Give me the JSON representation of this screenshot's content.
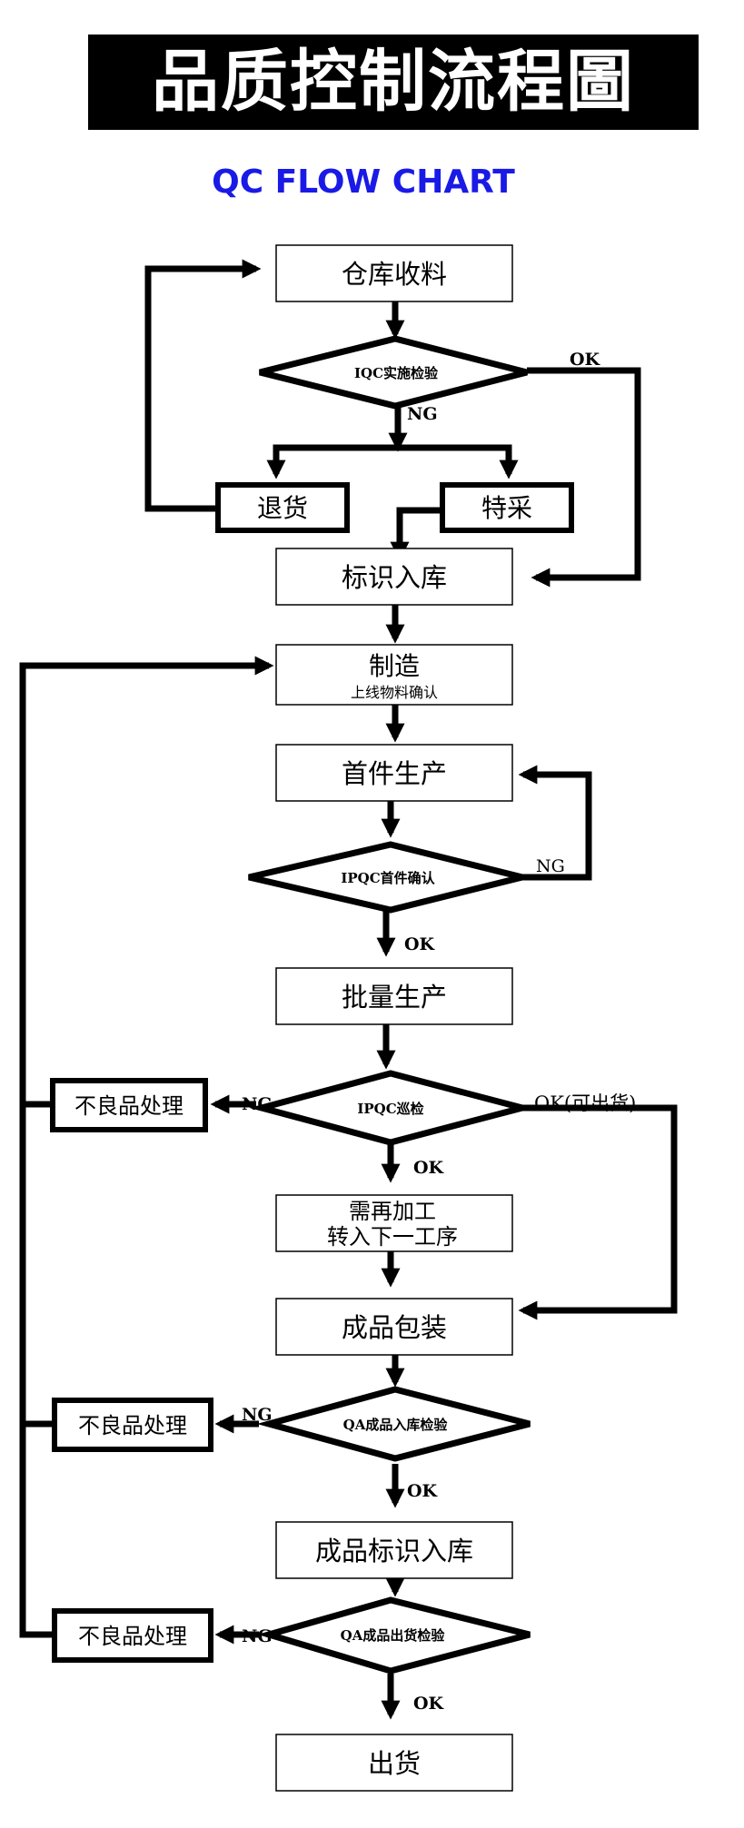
{
  "header": {
    "title": "品质控制流程圖",
    "subtitle": "QC FLOW CHART"
  },
  "nodes": {
    "receive": "仓库收料",
    "iqc": "IQC实施检验",
    "return": "退货",
    "special": "特采",
    "label_store": "标识入库",
    "mfg": "制造",
    "mfg_sub": "上线物料确认",
    "first_article": "首件生产",
    "ipqc_first": "IPQC首件确认",
    "mass": "批量生产",
    "ipqc_patrol": "IPQC巡检",
    "reprocess1": "需再加工",
    "reprocess2": "转入下一工序",
    "defect1": "不良品处理",
    "defect2": "不良品处理",
    "defect3": "不良品处理",
    "pack": "成品包装",
    "qa_in": "QA成品入库检验",
    "fg_label": "成品标识入库",
    "qa_out": "QA成品出货检验",
    "ship": "出货"
  },
  "labels": {
    "iqc_ok": "OK",
    "iqc_ng": "NG",
    "first_ng": "NG",
    "first_ok": "OK",
    "patrol_ng": "NG",
    "patrol_ok": "OK",
    "patrol_ok_ship": "OK(可出货)",
    "qain_ng": "NG",
    "qain_ok": "OK",
    "qaout_ng": "NG",
    "qaout_ok": "OK"
  }
}
